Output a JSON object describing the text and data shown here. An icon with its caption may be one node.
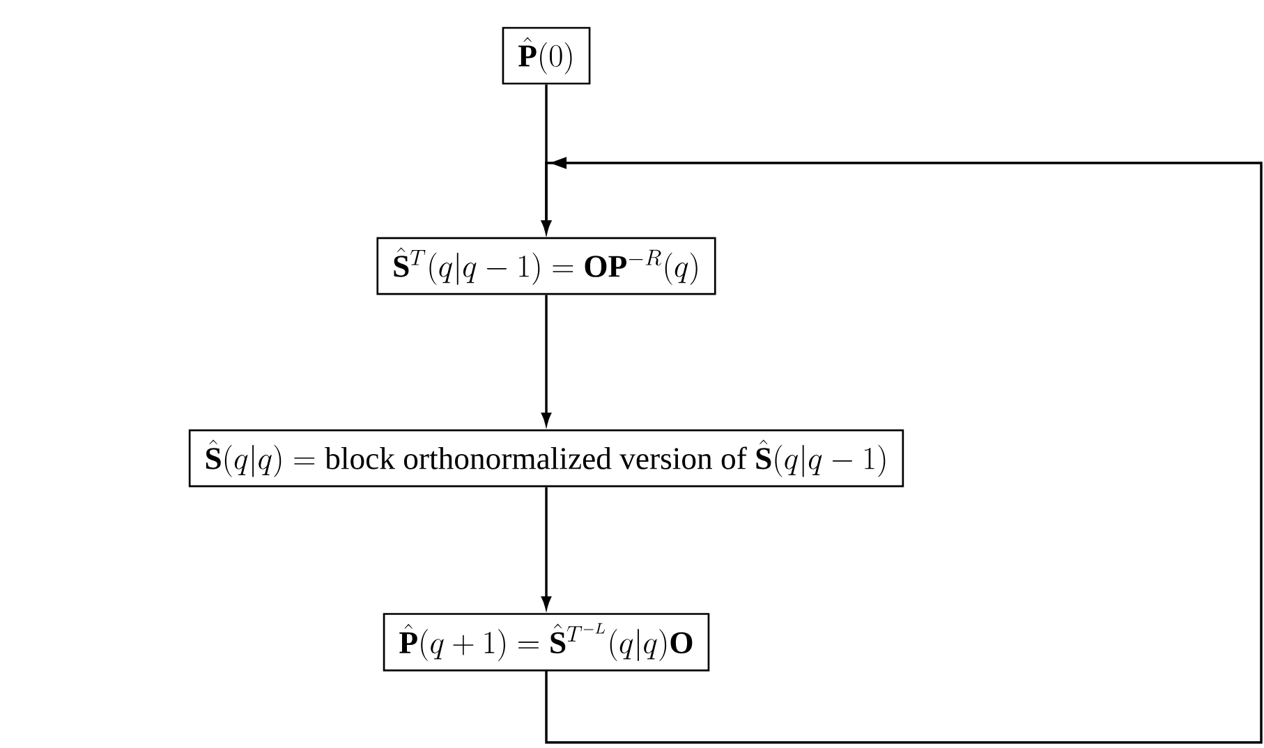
{
  "diagram": {
    "nodes": [
      {
        "text": [
          "\\hat{\\mathbf{P}}(0)"
        ]
      },
      {
        "text": [
          "\\hat{\\mathbf{S}}^T(q|q-1) = \\mathbf{O}\\mathbf{P}^{-R}(q)"
        ]
      },
      {
        "text": [
          "\\hat{\\mathbf{S}}(q|q) = \\text{block orthonormalized version of } \\hat{\\mathbf{S}}(q|q-1)"
        ]
      },
      {
        "text": [
          "\\hat{\\mathbf{P}}(q+1) = \\hat{\\mathbf{S}}^{T^{-L}}(q|q)\\mathbf{O}"
        ]
      }
    ],
    "edges": [
      {
        "from": 0,
        "to": 1,
        "arrow": "to"
      },
      {
        "from": 1,
        "to": 2,
        "arrow": "to"
      },
      {
        "from": 2,
        "to": 3,
        "arrow": "to"
      },
      {
        "from": 3,
        "to": 1,
        "arrow": "to"
      }
    ]
  }
}
